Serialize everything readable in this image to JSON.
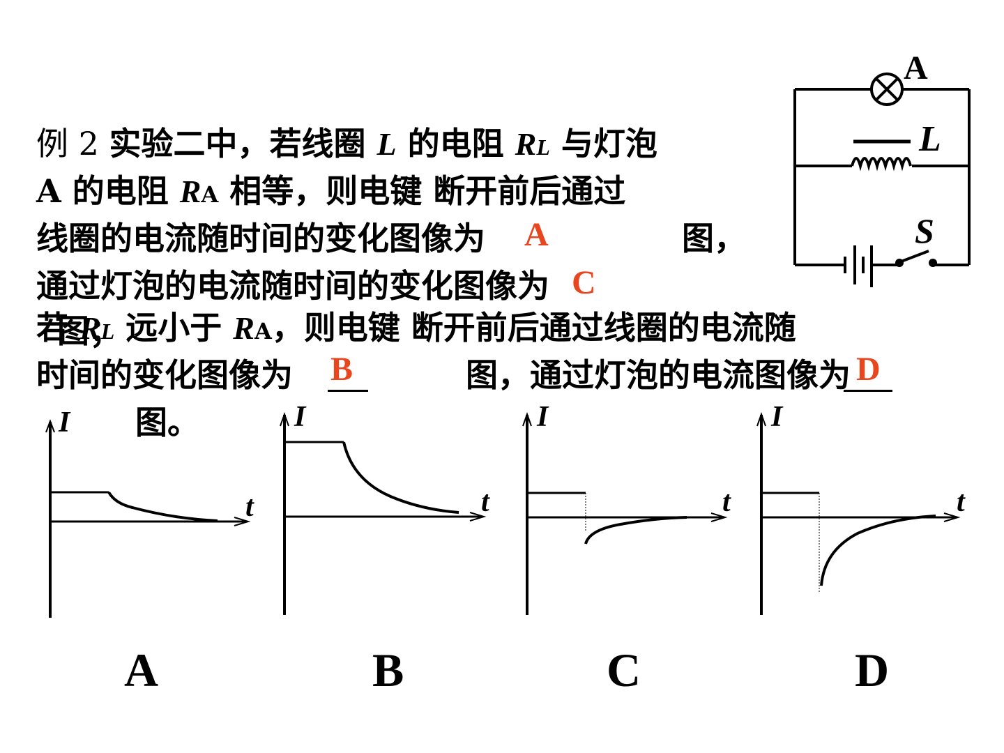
{
  "question": {
    "line1": {
      "prefix": "例 2 ",
      "text1": "实验二中，若线圈 ",
      "L": "L",
      "text2": " 的电阻 ",
      "R": "R",
      "sub": "L",
      "text3": " 与灯泡"
    },
    "line2": {
      "A": "A",
      "text1": " 的电阻 ",
      "R": "R",
      "sub": "A",
      "text2": " 相等，则电键  断开前后通过"
    },
    "line3": "线圈的电流随时间的变化图像为",
    "line3_tail": "图，",
    "line4": "通过灯泡的电流随时间的变化图像为",
    "line5_overlap": "图；",
    "line5": {
      "text1": "若 ",
      "R": "R",
      "sub": "L",
      "text2": " 远小于 ",
      "R2": "R",
      "sub2": "A",
      "text3": "，则电键  断开前后通过线圈的电流随"
    },
    "line6": "时间的变化图像为",
    "line6_mid": "图，通过灯泡的电流图像为",
    "line7": "图。"
  },
  "answers": {
    "a1": "A",
    "a2": "C",
    "a3": "B",
    "a4": "D"
  },
  "circuit": {
    "bulb_label": "A",
    "inductor_label": "L",
    "switch_label": "S"
  },
  "graphs": {
    "axis_y": "I",
    "axis_x": "t",
    "labels": [
      "A",
      "B",
      "C",
      "D"
    ]
  },
  "colors": {
    "answer": "#e8461e",
    "ink": "#000000"
  }
}
